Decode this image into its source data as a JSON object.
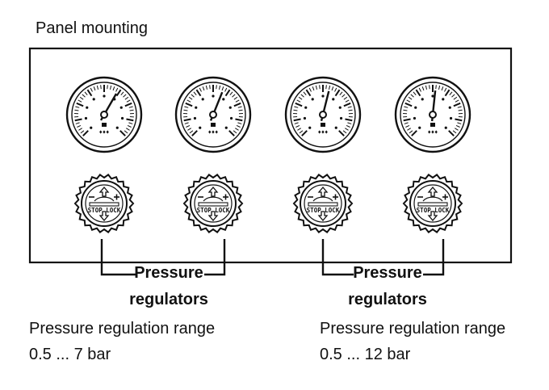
{
  "title": "Panel mounting",
  "gauge_glyph": "♦♦♦",
  "regulator": {
    "label": "STOP LOCK",
    "icon": "knob-arrows-icon"
  },
  "groups": [
    {
      "label_line1": "Pressure",
      "label_line2": "regulators",
      "range_title": "Pressure regulation range",
      "range_value": "0.5 ... 7 bar"
    },
    {
      "label_line1": "Pressure",
      "label_line2": "regulators",
      "range_title": "Pressure regulation range",
      "range_value": "0.5 ... 12 bar"
    }
  ],
  "colors": {
    "ink": "#111111",
    "background": "#ffffff"
  }
}
